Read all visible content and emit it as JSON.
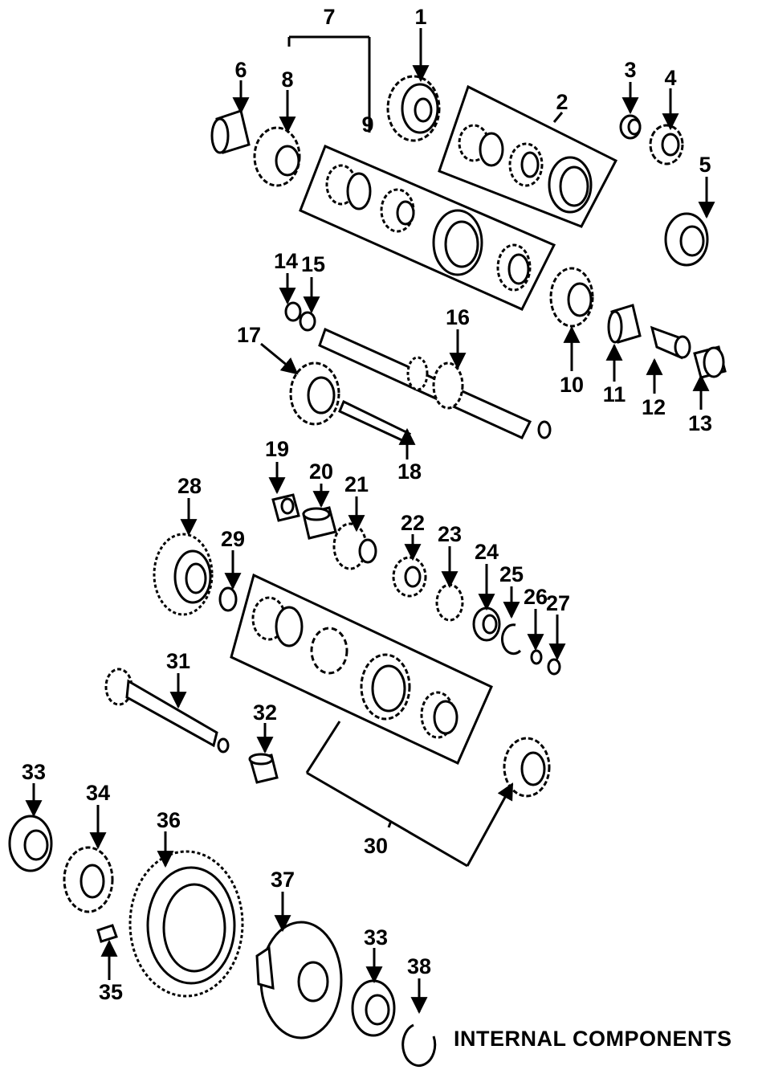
{
  "diagram": {
    "caption": "INTERNAL COMPONENTS",
    "callouts": [
      "1",
      "2",
      "3",
      "4",
      "5",
      "6",
      "7",
      "8",
      "9",
      "10",
      "11",
      "12",
      "13",
      "14",
      "15",
      "16",
      "17",
      "18",
      "19",
      "20",
      "21",
      "22",
      "23",
      "24",
      "25",
      "26",
      "27",
      "28",
      "29",
      "30",
      "31",
      "32",
      "33",
      "34",
      "35",
      "36",
      "37",
      "33",
      "38"
    ]
  }
}
